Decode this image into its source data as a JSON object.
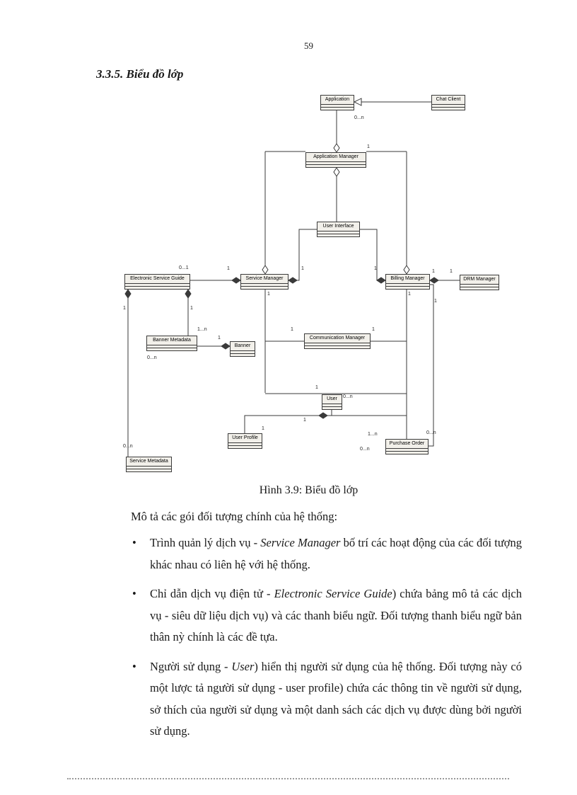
{
  "page_number": "59",
  "heading": "3.3.5. Biểu đồ lớp",
  "figure": {
    "caption": "Hình 3.9: Biểu đồ lớp",
    "nodes": {
      "application": "Application",
      "chat_client": "Chat Client",
      "application_manager": "Application Manager",
      "user_interface": "User Interface",
      "electronic_service_guide": "Electronic Service Guide",
      "service_manager": "Service Manager",
      "billing_manager": "Billing Manager",
      "drm_manager": "DRM Manager",
      "banner_metadata": "Banner Metadata",
      "banner": "Banner",
      "communication_manager": "Communication Manager",
      "user": "User",
      "user_profile": "User Profile",
      "purchase_order": "Purchase Order",
      "service_metadata": "Service Metadata"
    },
    "edge_labels": [
      "0...n",
      "1",
      "1",
      "1",
      "0...1",
      "1",
      "1",
      "1",
      "1",
      "1",
      "1...n",
      "0...n",
      "1",
      "1",
      "1",
      "1",
      "1",
      "1",
      "0...n",
      "1",
      "1",
      "1...n",
      "0...n",
      "1",
      "0...n",
      "0...n"
    ]
  },
  "body": {
    "intro": "Mô tả các gói đối tượng chính của hệ thống:",
    "bullets": [
      {
        "pre": "Trình quản lý dịch vụ - ",
        "em": "Service Manager",
        "post": " bố trí các hoạt động của các đối tượng khác nhau có liên hệ với hệ thống."
      },
      {
        "pre": "Chỉ dẫn dịch vụ điện tử - ",
        "em": "Electronic Service Guide",
        "post": ") chứa bảng mô tả các dịch vụ - siêu dữ liệu dịch vụ) và các thanh biểu ngữ. Đối tượng thanh biểu ngữ bản thân nỳ chính là các đề tựa."
      },
      {
        "pre": "Người sử dụng - ",
        "em": "User",
        "post": ") hiển thị người sử dụng của hệ thống. Đối tượng này có một lược tả người sử dụng - user profile) chứa các thông tin về người sử dụng, sở thích của người sử dụng và một danh sách các dịch vụ được dùng bởi người sử dụng."
      }
    ]
  },
  "colors": {
    "diagram_line": "#3a3a3a",
    "box_fill": "#f2f0ea"
  }
}
